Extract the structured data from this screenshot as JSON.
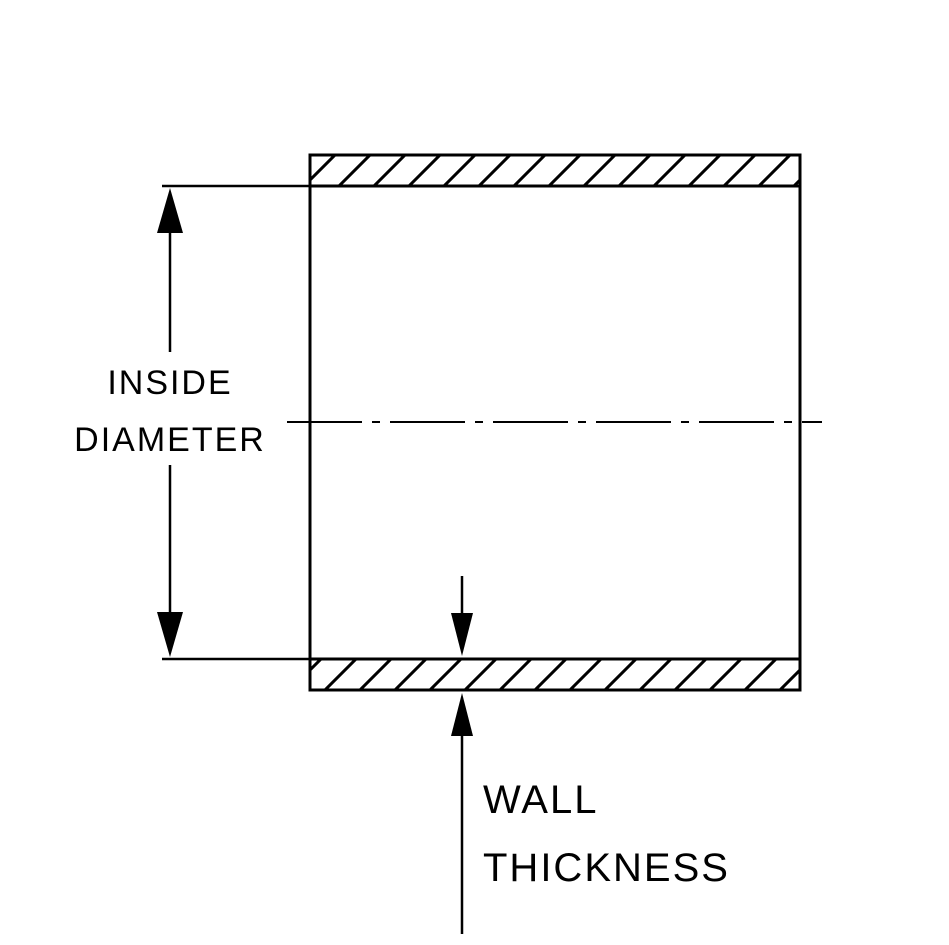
{
  "diagram": {
    "labels": {
      "inside_line1": "INSIDE",
      "inside_line2": "DIAMETER",
      "wall_line1": "WALL",
      "wall_line2": "THICKNESS"
    },
    "colors": {
      "line": "#000000",
      "background": "#ffffff"
    }
  }
}
